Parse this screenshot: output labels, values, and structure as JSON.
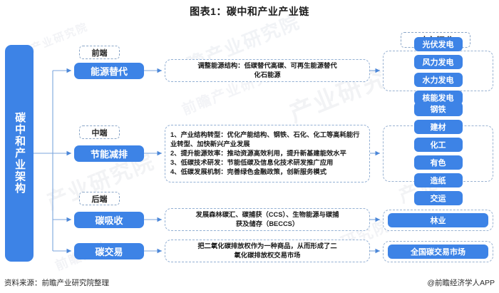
{
  "title": "图表1：碳中和产业产业链",
  "footer": {
    "source": "资料来源：前瞻产业研究院整理",
    "credit": "@前瞻经济学人APP"
  },
  "root": {
    "label": "碳中和产业架构"
  },
  "sector_header": "对应行业",
  "watermarks": {
    "w1": "前瞻产业研究院",
    "w2": "前瞻产业研究院",
    "w3": "产业研究院",
    "w4": "产业研究院",
    "w5": "前瞻产业研究院",
    "w6": "产业研究院",
    "w7": "前瞻产业",
    "w8": "产业研究院"
  },
  "rows": [
    {
      "tag": "前端",
      "stage": "能源替代",
      "description": "调整能源结构：低碳替代高碳、可再生能源替代化石能源",
      "description_lines": [
        "调整能源结构：低碳替代高碳、可再生能源替代",
        "化石能源"
      ],
      "sectors": [
        "光伏发电",
        "风力发电",
        "水力发电",
        "核能发电"
      ]
    },
    {
      "tag": "中端",
      "stage": "节能减排",
      "description_lines": [
        "1、产业结构转型：优化产能结构、钢铁、石化、化工等高耗能行业转型、加快新兴产业发展",
        "2、提升能源效率：推动资源高效利用，提升新基建能效水平",
        "3、低碳技术研发：节能低碳及信息化技术研发推广应用",
        "4、低碳发展机制：完善绿色金融政策，创新服务模式"
      ],
      "sectors": [
        "钢铁",
        "建材",
        "化工",
        "有色",
        "造纸",
        "交运"
      ]
    },
    {
      "tag": "后端",
      "stage": "碳吸收",
      "description_lines": [
        "发展森林碳汇、碳捕获（CCS）、生物能源与碳捕",
        "获及储存（BECCS）"
      ],
      "sectors": [
        "林业"
      ]
    },
    {
      "tag": "",
      "stage": "碳交易",
      "description_lines": [
        "把二氧化碳排放权作为一种商品，从而形成了二",
        "氧化碳排放权交易市场"
      ],
      "sectors": [
        "全国碳交易市场"
      ]
    }
  ],
  "colors": {
    "node_blue": "#3d83e6",
    "dashed_border": "#93b0d4",
    "connector": "#5b8fd6",
    "text_dark": "#1a1a1a"
  }
}
